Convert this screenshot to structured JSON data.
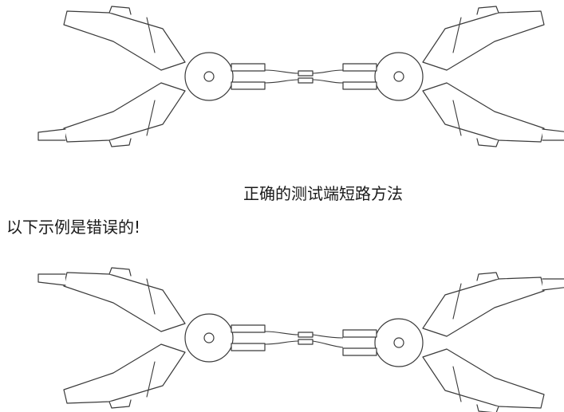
{
  "captions": {
    "correct_method": "正确的测试端短路方法",
    "wrong_examples": "以下示例是错误的!"
  },
  "figures": [
    {
      "name": "correct-short-circuit-diagram"
    },
    {
      "name": "incorrect-short-circuit-diagram"
    }
  ]
}
